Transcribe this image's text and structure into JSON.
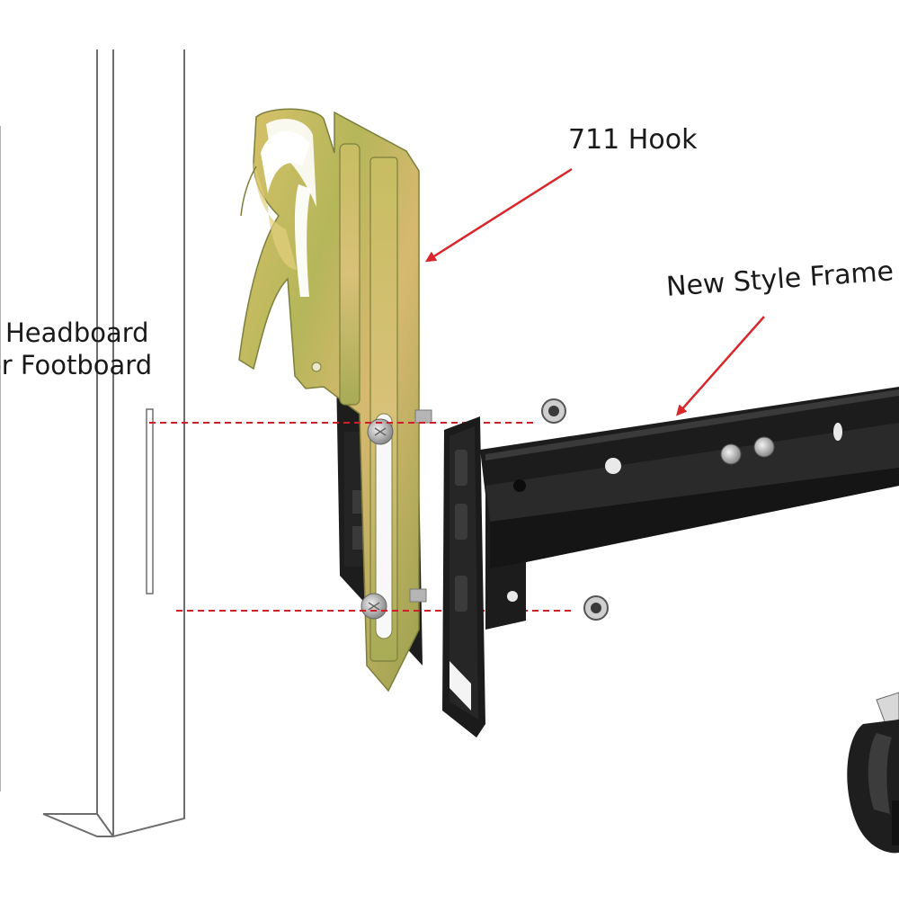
{
  "labels": {
    "headboard_line1": "Headboard",
    "headboard_line2": "or Footboard",
    "hook": "711 Hook",
    "frame": "New Style Frame"
  },
  "colors": {
    "arrow": "#d8262b",
    "guide": "#c8232b",
    "outline": "#6d6d6d",
    "frame_black": "#1b1b1b",
    "hook_gold": "#c9b35a",
    "hook_shade": "#8f9a4e",
    "bolt": "#c9c9c9"
  },
  "icons": [
    "bolt-icon",
    "nut-icon",
    "caster-wheel-icon"
  ]
}
